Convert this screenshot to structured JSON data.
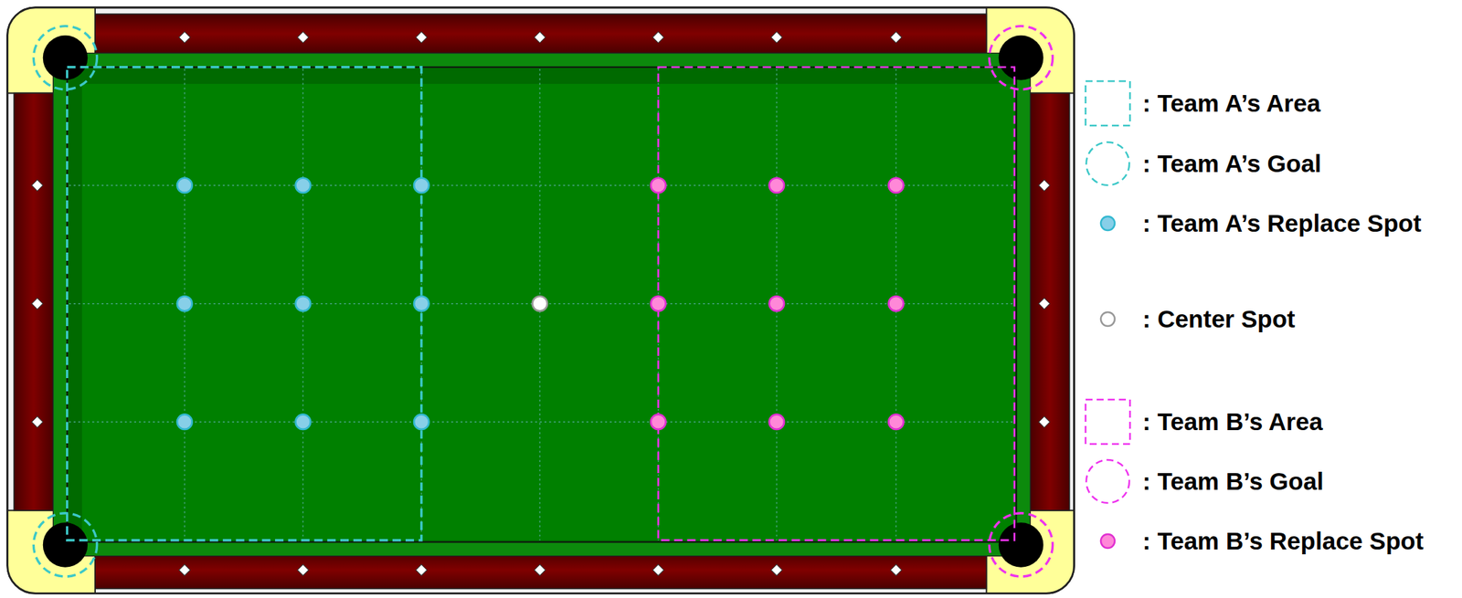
{
  "diagram": {
    "legend": [
      {
        "text": ": Team A’s Area"
      },
      {
        "text": ": Team A’s Goal"
      },
      {
        "text": ": Team A’s Replace Spot",
        "color": "#87cfe8"
      },
      {
        "text": ": Center Spot",
        "color": "#ffffff"
      },
      {
        "text": ": Team B’s Area"
      },
      {
        "text": ": Team B’s Goal"
      },
      {
        "text": ": Team B’s Replace Spot",
        "color": "#ff88d8"
      }
    ]
  }
}
